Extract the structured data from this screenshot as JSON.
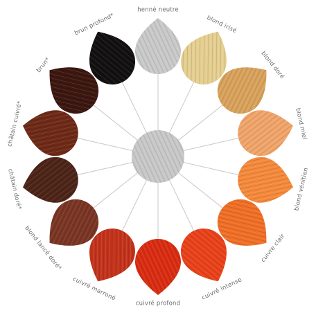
{
  "center": {
    "color": "#c8c8c8"
  },
  "swatches": [
    {
      "label": "henné neutre",
      "color": "#c9c9c9"
    },
    {
      "label": "blond irisé",
      "color": "#e5cf90"
    },
    {
      "label": "blond doré",
      "color": "#d9a25c"
    },
    {
      "label": "blond miel",
      "color": "#f1a56a"
    },
    {
      "label": "blond vénitien",
      "color": "#f58a3c"
    },
    {
      "label": "cuivre clair",
      "color": "#f06f26"
    },
    {
      "label": "cuivré intense",
      "color": "#e9421a"
    },
    {
      "label": "cuivré profond",
      "color": "#d92d12"
    },
    {
      "label": "cuivré marroné",
      "color": "#c3331b"
    },
    {
      "label": "blond lancé doré*",
      "color": "#7a3524"
    },
    {
      "label": "châtain doré*",
      "color": "#4d2418"
    },
    {
      "label": "châtain cuivré*",
      "color": "#6e2a17"
    },
    {
      "label": "brun*",
      "color": "#3c1710"
    },
    {
      "label": "brun profond*",
      "color": "#121010"
    }
  ]
}
